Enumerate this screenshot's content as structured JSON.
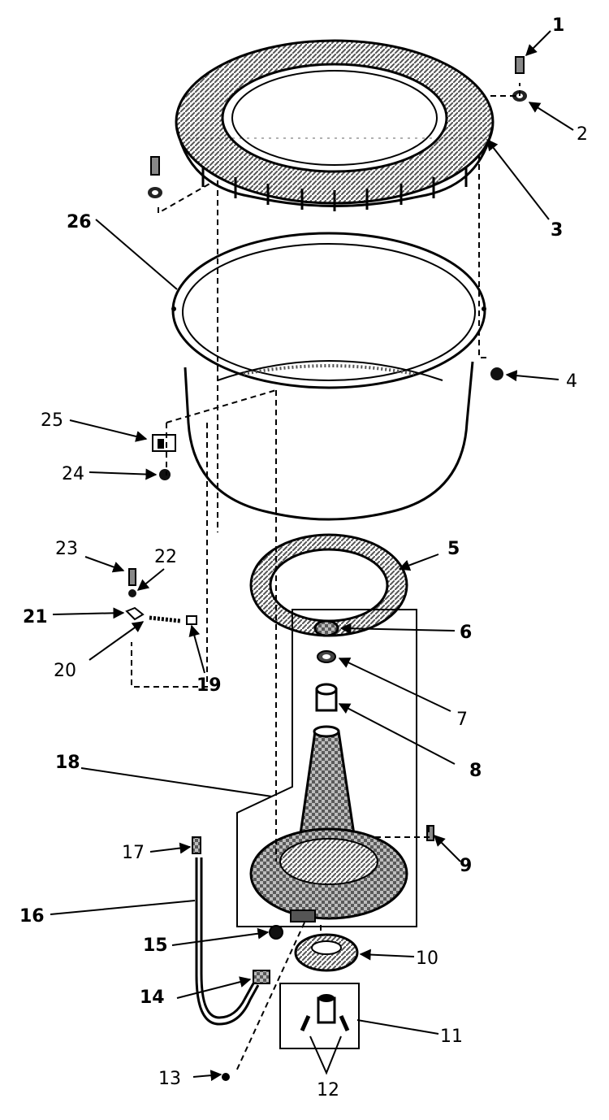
{
  "diagram": {
    "type": "exploded-parts-diagram",
    "colors": {
      "ink": "#000000",
      "paper": "#ffffff",
      "hatch": "#7a7a7a"
    },
    "parts": [
      {
        "id": "part-1",
        "label": "1"
      },
      {
        "id": "part-2",
        "label": "2"
      },
      {
        "id": "part-3",
        "label": "3"
      },
      {
        "id": "part-4",
        "label": "4"
      },
      {
        "id": "part-5",
        "label": "5"
      },
      {
        "id": "part-6",
        "label": "6"
      },
      {
        "id": "part-7",
        "label": "7"
      },
      {
        "id": "part-8",
        "label": "8"
      },
      {
        "id": "part-9",
        "label": "9"
      },
      {
        "id": "part-10",
        "label": "10"
      },
      {
        "id": "part-11",
        "label": "11"
      },
      {
        "id": "part-12",
        "label": "12"
      },
      {
        "id": "part-13",
        "label": "13"
      },
      {
        "id": "part-14",
        "label": "14"
      },
      {
        "id": "part-15",
        "label": "15"
      },
      {
        "id": "part-16",
        "label": "16"
      },
      {
        "id": "part-17",
        "label": "17"
      },
      {
        "id": "part-18",
        "label": "18"
      },
      {
        "id": "part-19",
        "label": "19"
      },
      {
        "id": "part-20",
        "label": "20"
      },
      {
        "id": "part-21",
        "label": "21"
      },
      {
        "id": "part-22",
        "label": "22"
      },
      {
        "id": "part-23",
        "label": "23"
      },
      {
        "id": "part-24",
        "label": "24"
      },
      {
        "id": "part-25",
        "label": "25"
      },
      {
        "id": "part-26",
        "label": "26"
      }
    ]
  }
}
